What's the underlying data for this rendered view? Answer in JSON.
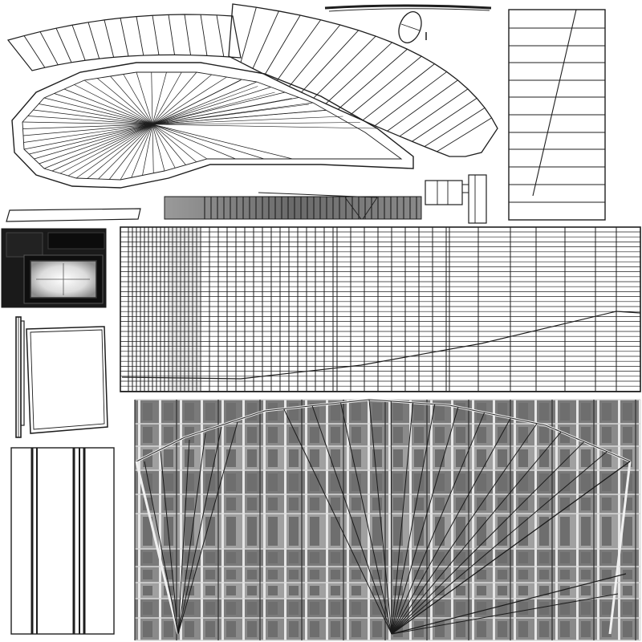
{
  "canvas": {
    "background": "#ffffff",
    "line_color": "#1e1e1e",
    "thin_line_color": "#2a2a2a",
    "glass_fill_light": "#b4b4b4",
    "glass_fill_dark": "#6e6e6e",
    "panel_dark": "#1a1a1a",
    "mullion_color": "#e6e6e6"
  },
  "islands": [
    {
      "name": "top-strip-fan-island"
    },
    {
      "name": "curved-fan-island"
    },
    {
      "name": "long-leaf-island"
    },
    {
      "name": "top-thin-stroke-island"
    },
    {
      "name": "small-oval-island"
    },
    {
      "name": "small-tick-island"
    },
    {
      "name": "right-ladder-island"
    },
    {
      "name": "small-bracket-island"
    },
    {
      "name": "left-thin-strip-island"
    },
    {
      "name": "gradient-strip-island"
    },
    {
      "name": "dark-panel-island"
    },
    {
      "name": "vertical-rail-island"
    },
    {
      "name": "frame-rect-island"
    },
    {
      "name": "big-grid-island"
    },
    {
      "name": "bottom-left-rect-island"
    },
    {
      "name": "facade-texture-island"
    }
  ]
}
